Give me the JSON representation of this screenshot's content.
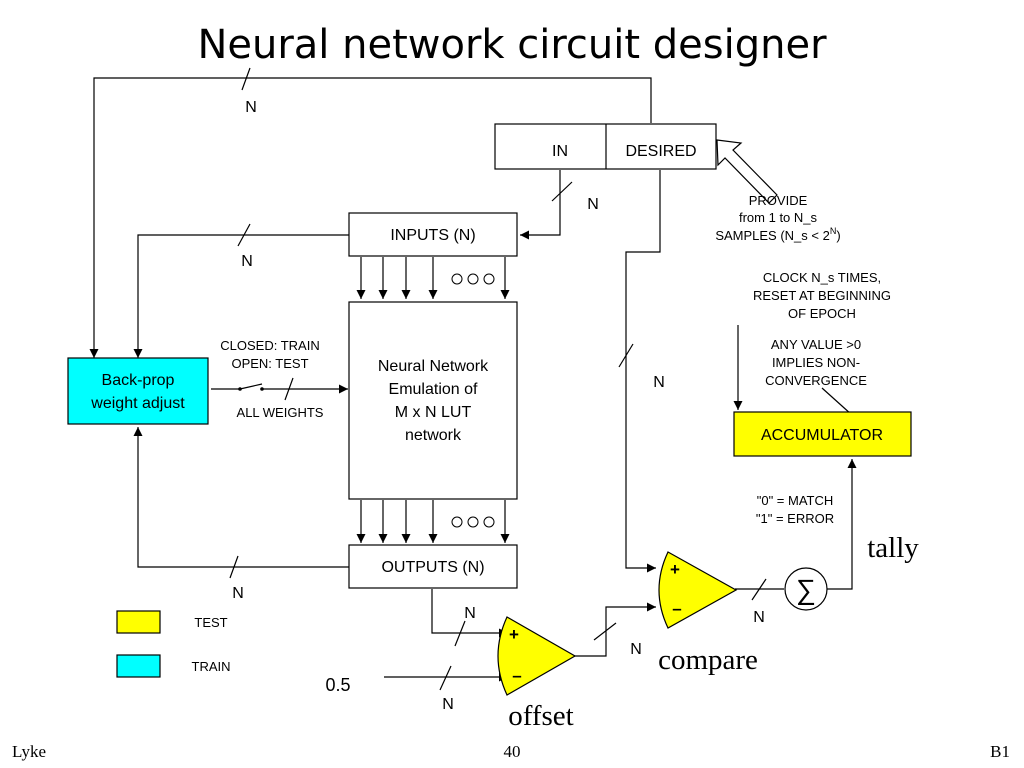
{
  "title": "Neural network circuit designer",
  "footer": {
    "left": "Lyke",
    "center": "40",
    "right": "B1"
  },
  "colors": {
    "test": "#ffff00",
    "train": "#00ffff",
    "line": "#000000"
  },
  "blocks": {
    "in": "IN",
    "desired": "DESIRED",
    "inputs": "INPUTS (N)",
    "outputs": "OUTPUTS (N)",
    "backprop": [
      "Back-prop",
      "weight adjust"
    ],
    "network": [
      "Neural Network",
      "Emulation of",
      "M x N LUT",
      "network"
    ],
    "accumulator": "ACCUMULATOR"
  },
  "notes": {
    "provide": [
      "PROVIDE",
      "from 1 to N_s",
      "SAMPLES (N_s < 2",
      "N",
      ")"
    ],
    "clock": [
      "CLOCK N_s TIMES,",
      "RESET AT BEGINNING",
      "OF EPOCH"
    ],
    "any_value": [
      "ANY VALUE >0",
      "IMPLIES NON-",
      "CONVERGENCE"
    ],
    "switch": [
      "CLOSED: TRAIN",
      "OPEN: TEST"
    ],
    "all_weights": "ALL WEIGHTS",
    "match": "\"0\" = MATCH",
    "error": "\"1\" = ERROR"
  },
  "bus_label": "N",
  "comparators": {
    "plus": "+",
    "minus": "–"
  },
  "summer_symbol": "∑",
  "labels": {
    "tally": "tally",
    "compare": "compare",
    "offset": "offset",
    "half": "0.5"
  },
  "legend": [
    {
      "label": "TEST",
      "color": "#ffff00"
    },
    {
      "label": "TRAIN",
      "color": "#00ffff"
    }
  ]
}
